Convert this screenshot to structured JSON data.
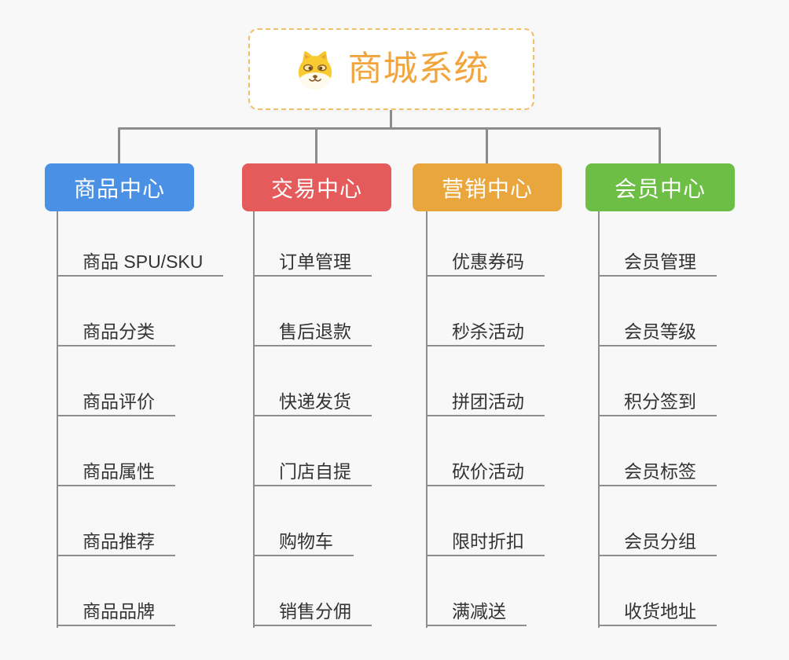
{
  "background": "#F8F8F8",
  "connector_color": "#8C8C8C",
  "root": {
    "title": "商城系统",
    "icon": "doge-icon",
    "title_color": "#F1A53C",
    "border_color": "#F1BE6B"
  },
  "branches": [
    {
      "label": "商品中心",
      "color": "#4A90E5",
      "children": [
        "商品 SPU/SKU",
        "商品分类",
        "商品评价",
        "商品属性",
        "商品推荐",
        "商品品牌"
      ]
    },
    {
      "label": "交易中心",
      "color": "#E55B5B",
      "children": [
        "订单管理",
        "售后退款",
        "快递发货",
        "门店自提",
        "购物车",
        "销售分佣"
      ]
    },
    {
      "label": "营销中心",
      "color": "#E9A63C",
      "children": [
        "优惠券码",
        "秒杀活动",
        "拼团活动",
        "砍价活动",
        "限时折扣",
        "满减送"
      ]
    },
    {
      "label": "会员中心",
      "color": "#6CBE45",
      "children": [
        "会员管理",
        "会员等级",
        "积分签到",
        "会员标签",
        "会员分组",
        "收货地址"
      ]
    }
  ]
}
